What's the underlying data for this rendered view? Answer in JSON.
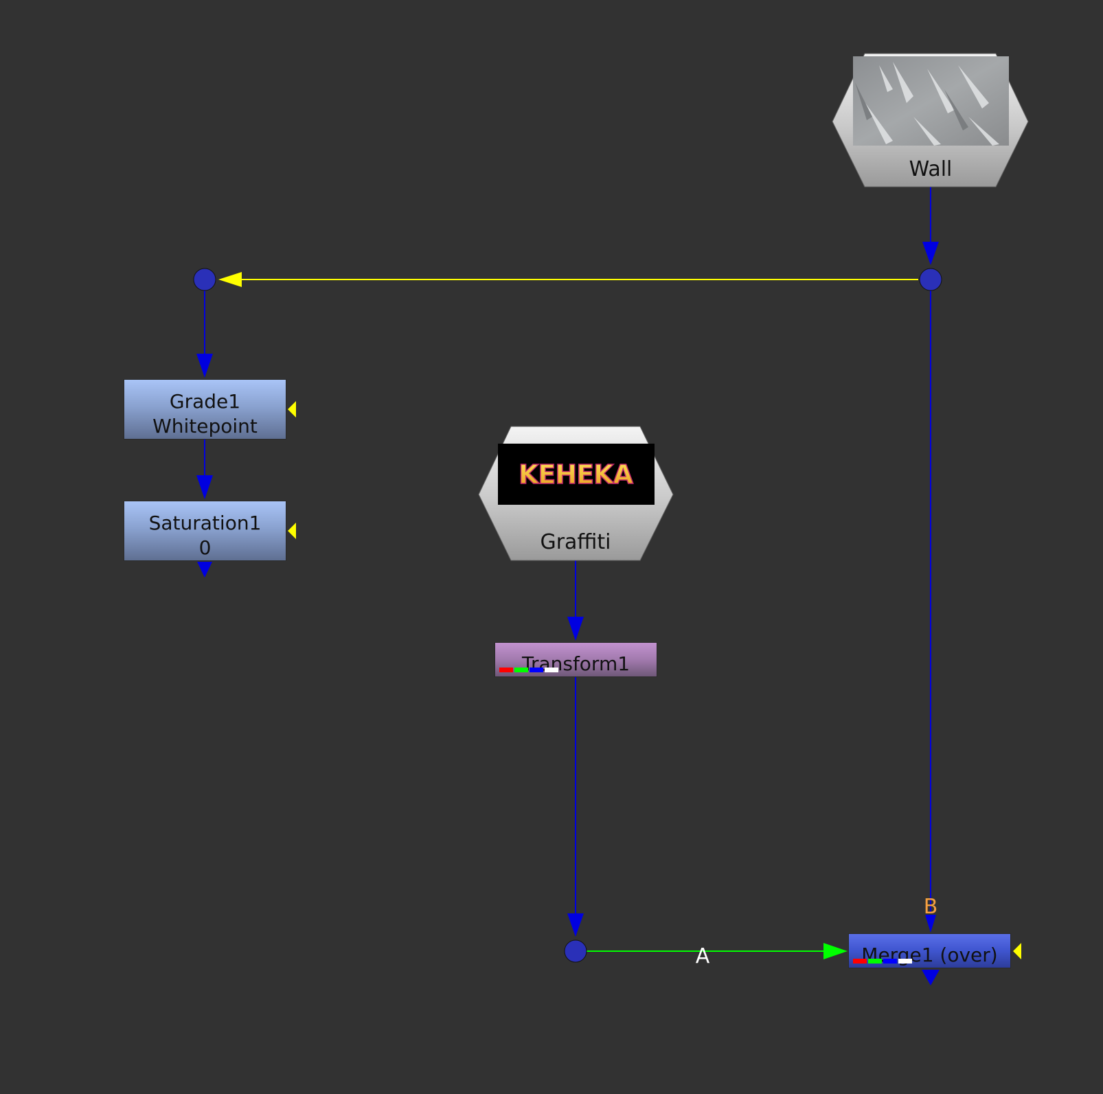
{
  "nodes": {
    "wall": {
      "label": "Wall"
    },
    "graffiti": {
      "label": "Graffiti",
      "thumbnail_text": "KEHEKA"
    },
    "grade": {
      "line1": "Grade1",
      "line2": "Whitepoint"
    },
    "saturation": {
      "line1": "Saturation1",
      "line2": "0"
    },
    "transform": {
      "label": "Transform1"
    },
    "merge": {
      "label": "Merge1 (over)"
    }
  },
  "pipes": {
    "merge_input_a": "A",
    "merge_input_b": "B"
  },
  "colors": {
    "background": "#323232",
    "pipe_default": "#0000e0",
    "pipe_mask": "#ffff00",
    "pipe_a_input": "#00ff00",
    "dot_fill": "#2a30b8",
    "label_b": "#f5a040",
    "label_a": "#ffffff"
  }
}
